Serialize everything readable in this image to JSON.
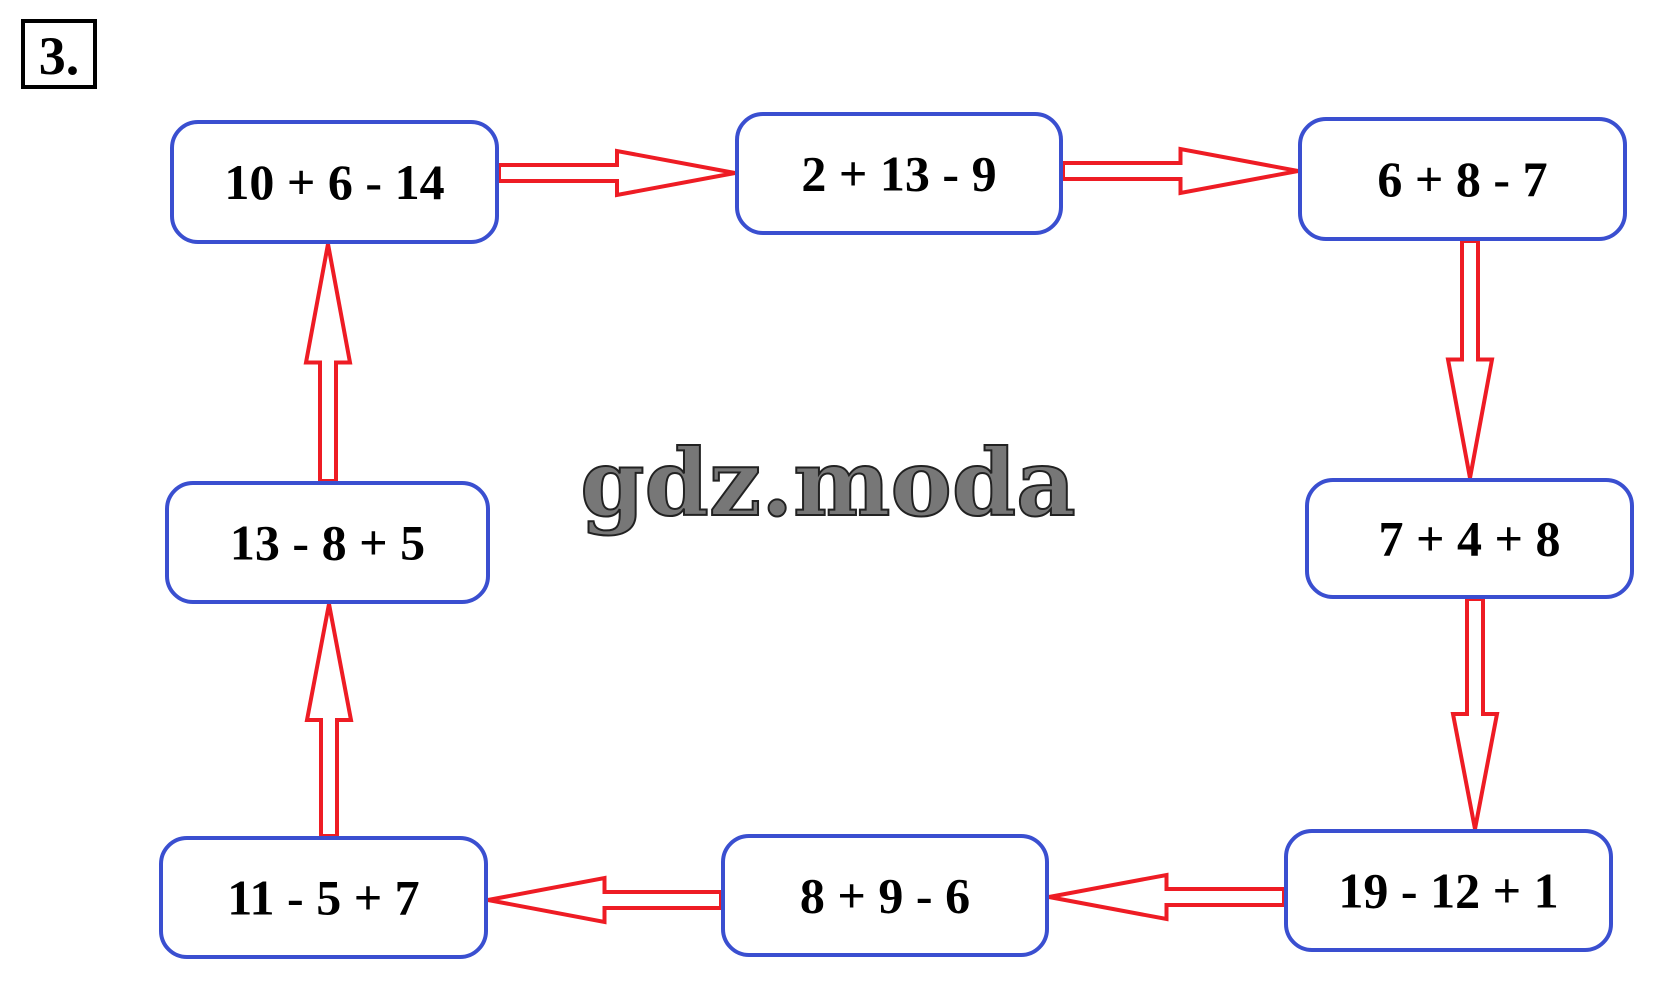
{
  "task_number": "3.",
  "watermark": "gdz.moda",
  "boxes": [
    {
      "id": "top-left",
      "expression": "10 + 6 - 14"
    },
    {
      "id": "top-middle",
      "expression": "2 + 13 - 9"
    },
    {
      "id": "top-right",
      "expression": "6 + 8 - 7"
    },
    {
      "id": "middle-right",
      "expression": "7 + 4 + 8"
    },
    {
      "id": "bottom-right",
      "expression": "19 - 12 + 1"
    },
    {
      "id": "bottom-middle",
      "expression": "8 + 9 - 6"
    },
    {
      "id": "bottom-left",
      "expression": "11 - 5 + 7"
    },
    {
      "id": "middle-left",
      "expression": "13 - 8 + 5"
    }
  ],
  "colors": {
    "box_border": "#3a4fd0",
    "arrow": "#ee1c24"
  }
}
